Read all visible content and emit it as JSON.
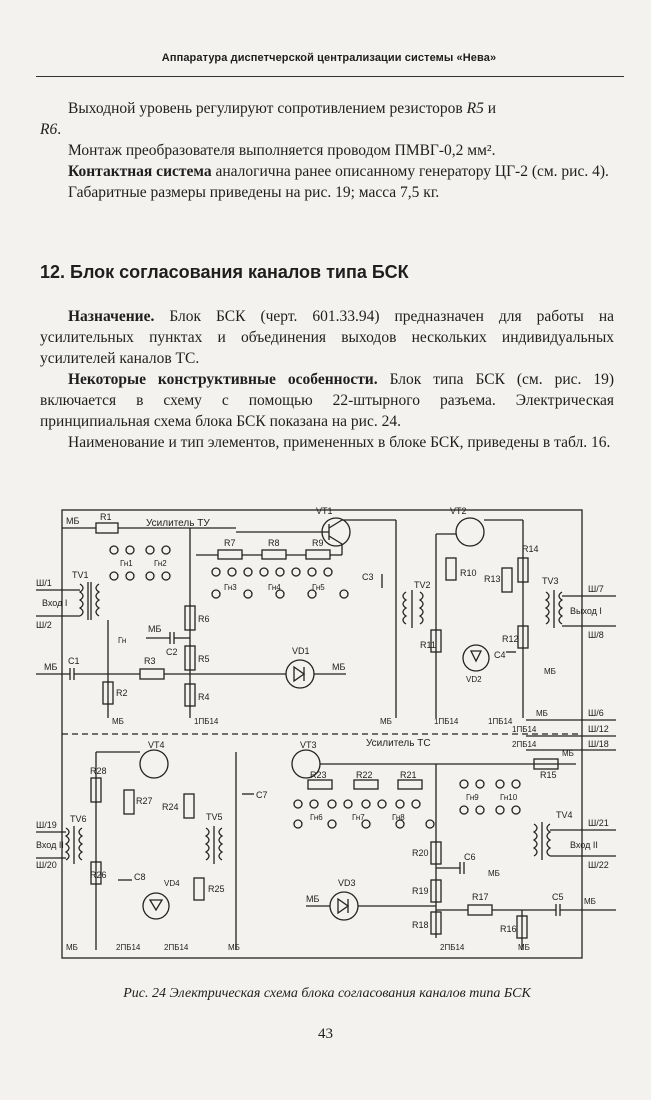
{
  "header": "Аппаратура диспетчерской централизации системы «Нева»",
  "para1": {
    "text": "Выходной уровень регулируют сопротивлением резисторов ",
    "r5": "R5",
    "and": " и",
    "r6": "R6",
    "end": "."
  },
  "para2": "Монтаж преобразователя выполняется проводом ПМВГ-0,2 мм².",
  "para3": {
    "bold": "Контактная система",
    "text": " аналогична ранее описанному генератору ЦГ-2 (см. рис. 4)."
  },
  "para4": "Габаритные размеры приведены на рис. 19; масса 7,5 кг.",
  "section_title": "12. Блок согласования каналов типа БСК",
  "para5": {
    "bold": "Назначение.",
    "text": " Блок БСК (черт. 601.33.94) предназначен для работы на усилительных пунктах и объединения выходов нескольких индивидуальных усилителей каналов ТС."
  },
  "para6": {
    "bold": "Некоторые конструктивные особенности.",
    "text": " Блок типа БСК (см. рис. 19) включается в схему с помощью 22-штырного разъема. Электрическая принципиальная схема блока БСК показана на рис. 24."
  },
  "para7": "Наименование и тип элементов, примененных в блоке БСК, приведены в табл. 16.",
  "figure": {
    "labels": {
      "mb": "МБ",
      "r1": "R1",
      "r2": "R2",
      "r3": "R3",
      "r4": "R4",
      "r5": "R5",
      "r6": "R6",
      "r7": "R7",
      "r8": "R8",
      "r9": "R9",
      "r10": "R10",
      "r11": "R11",
      "r12": "R12",
      "r13": "R13",
      "r14": "R14",
      "r15": "R15",
      "r16": "R16",
      "r17": "R17",
      "r18": "R18",
      "r19": "R19",
      "r20": "R20",
      "r21": "R21",
      "r22": "R22",
      "r23": "R23",
      "r24": "R24",
      "r25": "R25",
      "r26": "R26",
      "r27": "R27",
      "r28": "R28",
      "c1": "C1",
      "c2": "C2",
      "c3": "C3",
      "c4": "C4",
      "c5": "C5",
      "c6": "C6",
      "c7": "C7",
      "c8": "C8",
      "vt1": "VT1",
      "vt2": "VT2",
      "vt3": "VT3",
      "vt4": "VT4",
      "vd1": "VD1",
      "vd2": "VD2",
      "vd3": "VD3",
      "vd4": "VD4",
      "tv1": "TV1",
      "tv2": "TV2",
      "tv3": "TV3",
      "tv4": "TV4",
      "tv5": "TV5",
      "tv6": "TV6",
      "amp_tu": "Усилитель ТУ",
      "amp_tc": "Усилитель ТС",
      "gn": "Гн",
      "gn1": "Гн1",
      "gn2": "Гн2",
      "gn3": "Гн3",
      "gn4": "Гн4",
      "gn5": "Гн5",
      "gn6": "Гн6",
      "gn7": "Гн7",
      "gn8": "Гн8",
      "gn9": "Гн9",
      "gn10": "Гн10",
      "input1": "Вход I",
      "input2": "Вход II",
      "output1": "Выход I",
      "output2": "Вход II",
      "sh1": "Ш/1",
      "sh2": "Ш/2",
      "sh6": "Ш/6",
      "sh7": "Ш/7",
      "sh8": "Ш/8",
      "sh12": "Ш/12",
      "sh18": "Ш/18",
      "sh19": "Ш/19",
      "sh20": "Ш/20",
      "sh21": "Ш/21",
      "sh22": "Ш/22",
      "p14_1": "1ПБ14",
      "p14_2": "2ПБ14"
    }
  },
  "caption": "Рис. 24 Электрическая схема блока согласования каналов типа БСК",
  "page_number": "43"
}
